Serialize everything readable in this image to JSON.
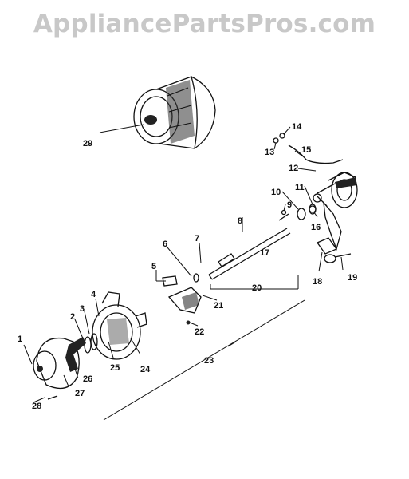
{
  "watermark": "AppliancePartsPros.com",
  "parts": [
    {
      "id": "p1",
      "label": "1"
    },
    {
      "id": "p2",
      "label": "2"
    },
    {
      "id": "p3",
      "label": "3"
    },
    {
      "id": "p4",
      "label": "4"
    },
    {
      "id": "p5",
      "label": "5"
    },
    {
      "id": "p6",
      "label": "6"
    },
    {
      "id": "p7",
      "label": "7"
    },
    {
      "id": "p8",
      "label": "8"
    },
    {
      "id": "p9",
      "label": "9"
    },
    {
      "id": "p10",
      "label": "10"
    },
    {
      "id": "p11",
      "label": "11"
    },
    {
      "id": "p12",
      "label": "12"
    },
    {
      "id": "p13",
      "label": "13"
    },
    {
      "id": "p14",
      "label": "14"
    },
    {
      "id": "p15",
      "label": "15"
    },
    {
      "id": "p16",
      "label": "16"
    },
    {
      "id": "p17",
      "label": "17"
    },
    {
      "id": "p18",
      "label": "18"
    },
    {
      "id": "p19",
      "label": "19"
    },
    {
      "id": "p20",
      "label": "20"
    },
    {
      "id": "p21",
      "label": "21"
    },
    {
      "id": "p22",
      "label": "22"
    },
    {
      "id": "p23",
      "label": "23"
    },
    {
      "id": "p24",
      "label": "24"
    },
    {
      "id": "p25",
      "label": "25"
    },
    {
      "id": "p26",
      "label": "26"
    },
    {
      "id": "p27",
      "label": "27"
    },
    {
      "id": "p28",
      "label": "28"
    },
    {
      "id": "p29",
      "label": "29"
    }
  ]
}
